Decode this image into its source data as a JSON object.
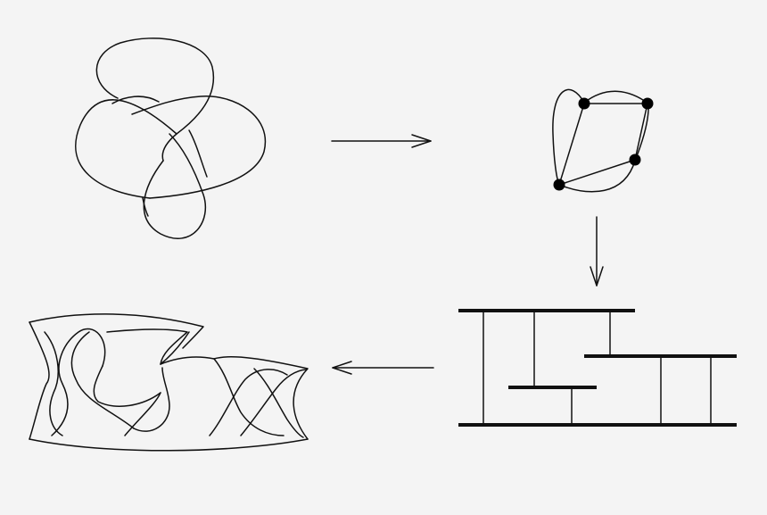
{
  "diagram": {
    "steps": [
      {
        "id": "knot-diagram",
        "kind": "knot"
      },
      {
        "id": "planar-graph",
        "kind": "graph",
        "vertices": 4
      },
      {
        "id": "bar-rung-diagram",
        "kind": "bars-and-rungs"
      },
      {
        "id": "twisted-band-surface",
        "kind": "surface"
      }
    ],
    "arrows": [
      {
        "from": "knot-diagram",
        "to": "planar-graph",
        "direction": "right"
      },
      {
        "from": "planar-graph",
        "to": "bar-rung-diagram",
        "direction": "down"
      },
      {
        "from": "bar-rung-diagram",
        "to": "twisted-band-surface",
        "direction": "left"
      }
    ],
    "colors": {
      "background": "#f4f4f4",
      "ink": "#111111"
    }
  }
}
